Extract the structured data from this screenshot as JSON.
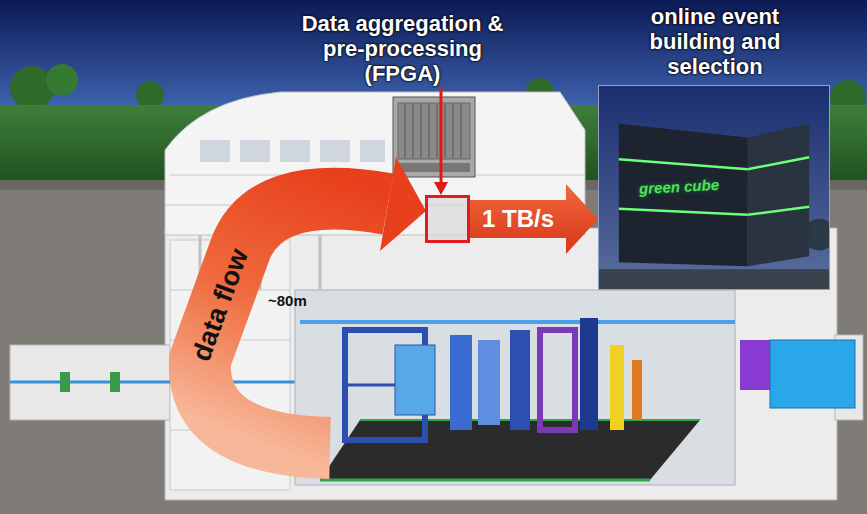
{
  "diagram": {
    "nodes": [
      {
        "text": [
          "Data aggregation & pre-processing (FPGA)"
        ]
      },
      {
        "text": [
          "online event building and selection",
          "green cube"
        ]
      }
    ],
    "edges": [
      {
        "from": 0,
        "to": 1,
        "label": "1 TB/s",
        "arrow": "to"
      }
    ],
    "labels": [
      "data flow",
      "~80m"
    ]
  }
}
